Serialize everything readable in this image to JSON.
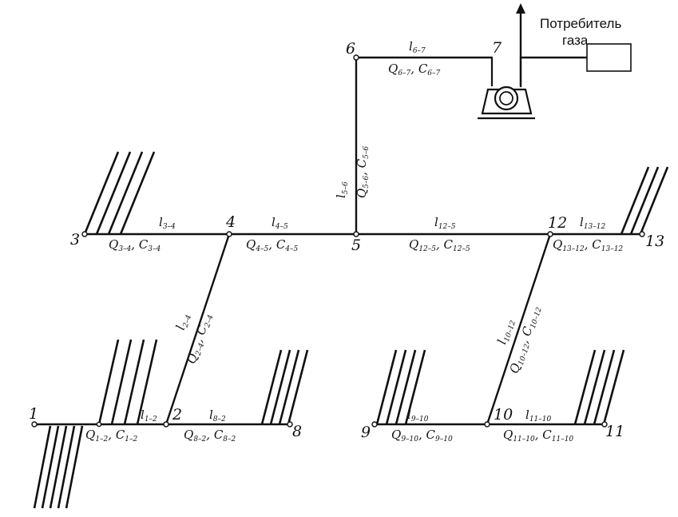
{
  "consumer": {
    "line1": "Потребитель",
    "line2": "газа"
  },
  "nodes": [
    "1",
    "2",
    "3",
    "4",
    "5",
    "6",
    "7",
    "8",
    "9",
    "10",
    "11",
    "12",
    "13"
  ],
  "segments": {
    "s1_2": {
      "l": "l",
      "l_sub": "1–2",
      "q": "Q",
      "q_sub": "1–2",
      "c": "C",
      "c_sub": "1–2"
    },
    "s8_2": {
      "l": "l",
      "l_sub": "8–2",
      "q": "Q",
      "q_sub": "8–2",
      "c": "C",
      "c_sub": "8–2"
    },
    "s2_4": {
      "l": "l",
      "l_sub": "2–4",
      "q": "Q",
      "q_sub": "2–4",
      "c": "C",
      "c_sub": "2–4"
    },
    "s3_4": {
      "l": "l",
      "l_sub": "3–4",
      "q": "Q",
      "q_sub": "3–4",
      "c": "C",
      "c_sub": "3–4"
    },
    "s4_5": {
      "l": "l",
      "l_sub": "4–5",
      "q": "Q",
      "q_sub": "4–5",
      "c": "C",
      "c_sub": "4–5"
    },
    "s5_6": {
      "l": "l",
      "l_sub": "5–6",
      "q": "Q",
      "q_sub": "5–6",
      "c": "C",
      "c_sub": "5–6"
    },
    "s6_7": {
      "l": "l",
      "l_sub": "6–7",
      "q": "Q",
      "q_sub": "6–7",
      "c": "C",
      "c_sub": "6–7"
    },
    "s12_5": {
      "l": "l",
      "l_sub": "12–5",
      "q": "Q",
      "q_sub": "12–5",
      "c": "C",
      "c_sub": "12–5"
    },
    "s13_12": {
      "l": "l",
      "l_sub": "13–12",
      "q": "Q",
      "q_sub": "13–12",
      "c": "C",
      "c_sub": "13–12"
    },
    "s10_12": {
      "l": "l",
      "l_sub": "10–12",
      "q": "Q",
      "q_sub": "10–12",
      "c": "C",
      "c_sub": "10–12"
    },
    "s9_10": {
      "l": "l",
      "l_sub": "9–10",
      "q": "Q",
      "q_sub": "9–10",
      "c": "C",
      "c_sub": "9–10"
    },
    "s11_10": {
      "l": "l",
      "l_sub": "11–10",
      "q": "Q",
      "q_sub": "11–10",
      "c": "C",
      "c_sub": "11–10"
    }
  },
  "colors": {
    "ink": "#111111",
    "background": "#ffffff"
  }
}
